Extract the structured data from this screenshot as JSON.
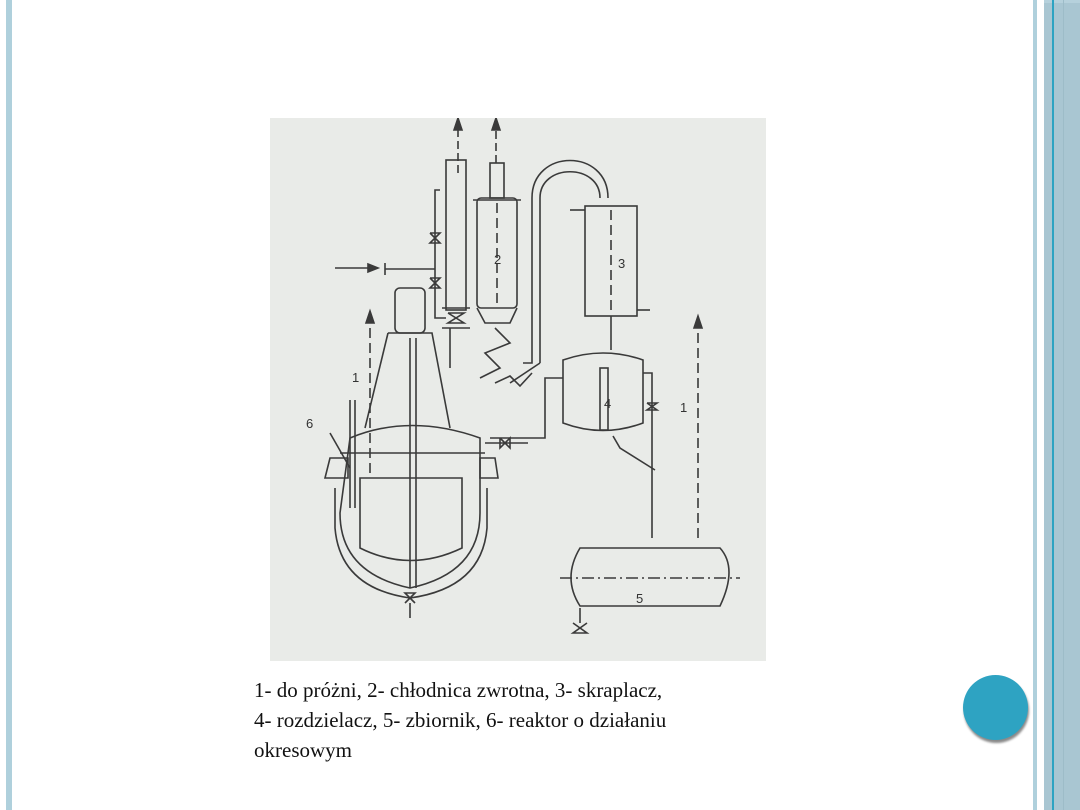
{
  "slide": {
    "figure": {
      "alt": "Schemat instalacji z reaktorem o działaniu okresowym",
      "labels": {
        "l1a": "1",
        "l1b": "1",
        "l2": "2",
        "l3": "3",
        "l4": "4",
        "l5": "5",
        "l6": "6"
      }
    },
    "caption": {
      "line1": "1- do próżni, 2- chłodnica zwrotna, 3- skraplacz,",
      "line2": "4- rozdzielacz, 5- zbiornik, 6- reaktor o działaniu",
      "line3": "okresowym"
    },
    "colors": {
      "accent": "#2ea3c2",
      "bar": "#afd0dc",
      "figure_bg": "#e9ebe8"
    }
  }
}
